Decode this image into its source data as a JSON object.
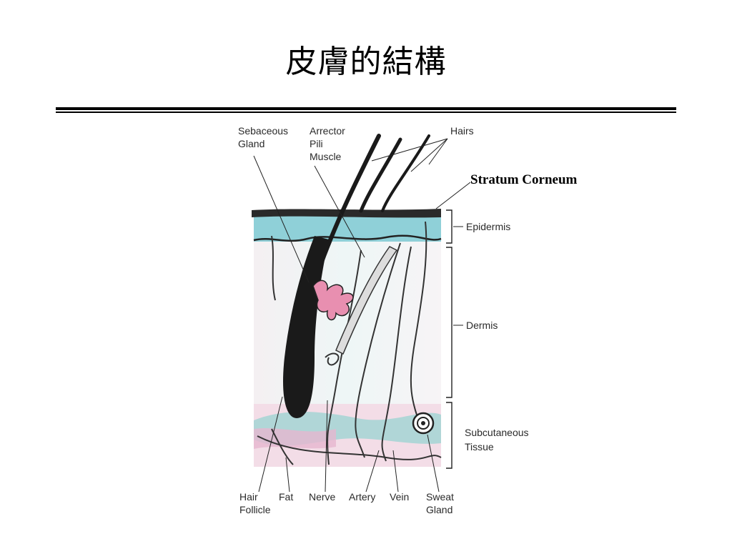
{
  "title": "皮膚的結構",
  "labels": {
    "sebaceous_gland": [
      "Sebaceous",
      "Gland"
    ],
    "arrector_pili_muscle": [
      "Arrector",
      "Pili",
      "Muscle"
    ],
    "hairs": "Hairs",
    "stratum_corneum": "Stratum Corneum",
    "epidermis": "Epidermis",
    "dermis": "Dermis",
    "subcutaneous_tissue": [
      "Subcutaneous",
      "Tissue"
    ],
    "hair_follicle": [
      "Hair",
      "Follicle"
    ],
    "fat": "Fat",
    "nerve": "Nerve",
    "artery": "Artery",
    "vein": "Vein",
    "sweat_gland": [
      "Sweat",
      "Gland"
    ]
  },
  "colors": {
    "epidermis_band": "#8fd0d8",
    "subcutaneous_pink": "#e6b7cf",
    "subcutaneous_teal": "#9ad3d2",
    "hair": "#1a1a1a"
  }
}
